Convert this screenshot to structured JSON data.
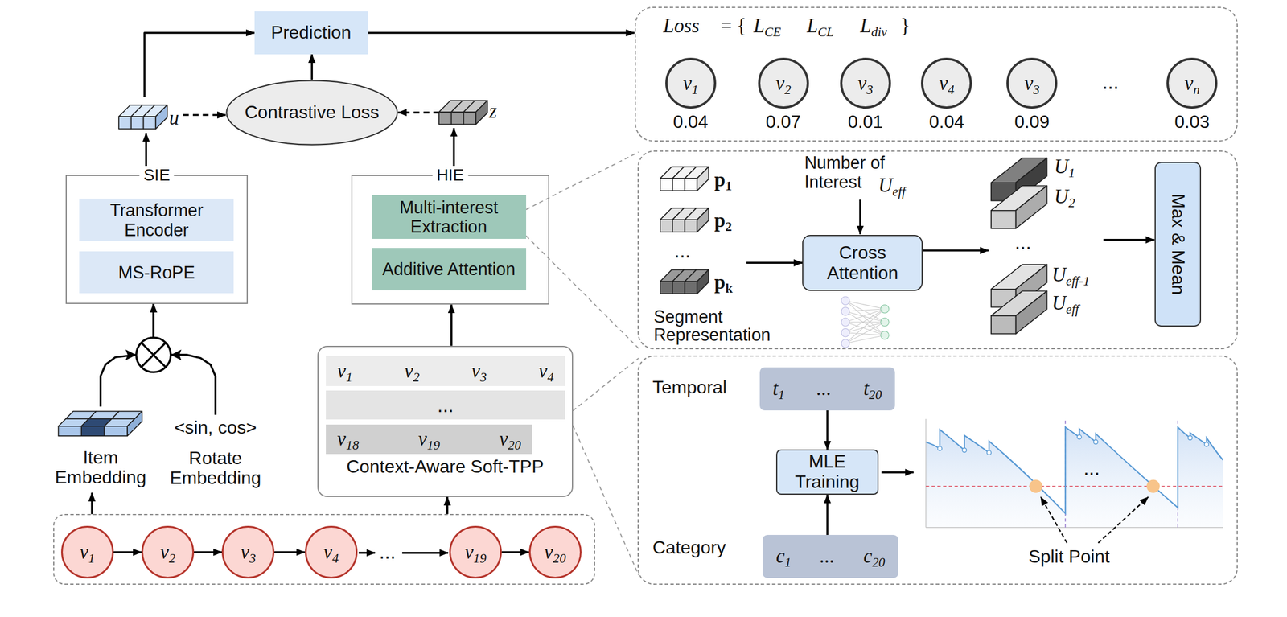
{
  "diagram": {
    "nodes": [
      {
        "text": [
          "Prediction"
        ]
      },
      {
        "text": [
          "Contrastive Loss"
        ]
      },
      {
        "text": [
          "u"
        ]
      },
      {
        "text": [
          "z"
        ]
      },
      {
        "text": [
          "SIE"
        ]
      },
      {
        "text": [
          "Transformer Encoder"
        ],
        "in": 4
      },
      {
        "text": [
          "MS-RoPE"
        ],
        "in": 4
      },
      {
        "text": [
          "HIE"
        ]
      },
      {
        "text": [
          "Multi-interest Extraction"
        ],
        "in": 7
      },
      {
        "text": [
          "Additive Attention"
        ],
        "in": 7
      },
      {
        "text": [
          "Item Embedding"
        ]
      },
      {
        "text": [
          "<sin, cos>",
          "Rotate Embedding"
        ]
      },
      {
        "text": [
          "Context-Aware Soft-TPP"
        ]
      },
      {
        "text": [
          "v1",
          "v2",
          "v3",
          "v4"
        ],
        "in": 12
      },
      {
        "text": [
          "..."
        ],
        "in": 12
      },
      {
        "text": [
          "v18",
          "v19",
          "v20"
        ],
        "in": 12
      },
      {
        "text": []
      },
      {
        "text": [
          "v1"
        ],
        "in": 16
      },
      {
        "text": [
          "v2"
        ],
        "in": 16
      },
      {
        "text": [
          "v3"
        ],
        "in": 16
      },
      {
        "text": [
          "v4"
        ],
        "in": 16
      },
      {
        "text": [
          "v19"
        ],
        "in": 16
      },
      {
        "text": [
          "v20"
        ],
        "in": 16
      },
      {
        "text": []
      },
      {
        "text": [
          "v1",
          "0.04"
        ],
        "in": 23
      },
      {
        "text": [
          "v2",
          "0.07"
        ],
        "in": 23
      },
      {
        "text": [
          "v3",
          "0.01"
        ],
        "in": 23
      },
      {
        "text": [
          "v4",
          "0.04"
        ],
        "in": 23
      },
      {
        "text": [
          "v3",
          "0.09"
        ],
        "in": 23
      },
      {
        "text": [
          "vn",
          "0.03"
        ],
        "in": 23
      },
      {
        "text": []
      },
      {
        "text": [
          "...",
          "Segment Representation"
        ],
        "in": 30
      },
      {
        "text": [
          "p1"
        ],
        "in": 31
      },
      {
        "text": [
          "p2"
        ],
        "in": 31
      },
      {
        "text": [
          "pk"
        ],
        "in": 31
      },
      {
        "text": [
          "Cross Attention"
        ],
        "in": 30
      },
      {
        "text": [
          "..."
        ],
        "in": 30
      },
      {
        "text": [
          "U1"
        ],
        "in": 36
      },
      {
        "text": [
          "U2"
        ],
        "in": 36
      },
      {
        "text": [
          "Ueff-1"
        ],
        "in": 36
      },
      {
        "text": [
          "Ueff"
        ],
        "in": 36
      },
      {
        "text": [
          "Max & Mean"
        ],
        "in": 30
      },
      {
        "text": []
      },
      {
        "text": [
          "t1",
          "...",
          "t20"
        ],
        "in": 42
      },
      {
        "text": [
          "MLE Training"
        ],
        "in": 42
      },
      {
        "text": [
          "c1",
          "...",
          "c20"
        ],
        "in": 42
      }
    ],
    "edges": [
      {
        "from": 16,
        "to": 10,
        "arrow": "to"
      },
      {
        "from": 10,
        "to": 4,
        "arrow": "to"
      },
      {
        "from": 11,
        "to": 4,
        "arrow": "to"
      },
      {
        "from": 4,
        "to": 2,
        "arrow": "to"
      },
      {
        "from": 2,
        "to": 0,
        "arrow": "to"
      },
      {
        "from": 2,
        "to": 1,
        "arrow": "to"
      },
      {
        "from": 1,
        "to": 0,
        "arrow": "to"
      },
      {
        "from": 3,
        "to": 1,
        "arrow": "to"
      },
      {
        "from": 7,
        "to": 3,
        "arrow": "to"
      },
      {
        "from": 12,
        "to": 7,
        "arrow": "to"
      },
      {
        "from": 16,
        "to": 12,
        "arrow": "to"
      },
      {
        "from": 0,
        "to": 23,
        "arrow": "to"
      },
      {
        "from": 17,
        "to": 18,
        "arrow": "to"
      },
      {
        "from": 18,
        "to": 19,
        "arrow": "to"
      },
      {
        "from": 19,
        "to": 20,
        "arrow": "to"
      },
      {
        "from": 21,
        "to": 22,
        "arrow": "to"
      },
      {
        "from": 31,
        "to": 35,
        "arrow": "to"
      },
      {
        "from": 35,
        "to": 36,
        "arrow": "to"
      },
      {
        "from": 36,
        "to": 41,
        "arrow": "to"
      },
      {
        "from": 43,
        "to": 44,
        "arrow": "to"
      },
      {
        "from": 45,
        "to": 44,
        "arrow": "to"
      }
    ],
    "labels": [
      "Loss",
      "= {",
      "LCE",
      "LCL",
      "Ldiv",
      "}",
      "...",
      "Number of Interest",
      "Ueff",
      "Temporal",
      "Category",
      "Split Point",
      "...",
      "..."
    ]
  }
}
